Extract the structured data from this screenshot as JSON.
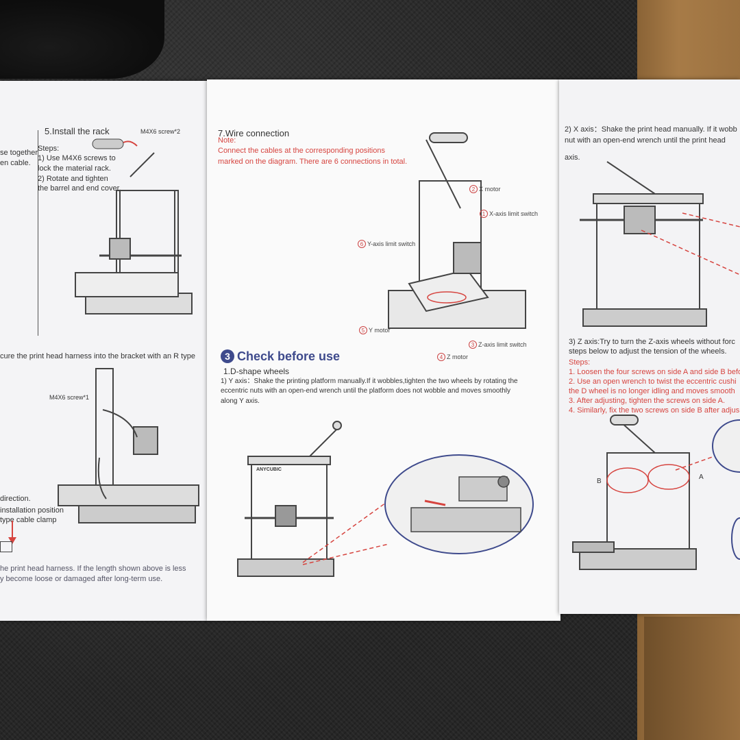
{
  "left_panel": {
    "sec5_title": "5.Install the rack",
    "sec5_screw_label": "M4X6 screw*2",
    "sec5_cutoff_1": "se together",
    "sec5_cutoff_2": "en cable.",
    "sec5_steps_head": "Steps:",
    "sec5_step1a": "1) Use M4X6 screws to",
    "sec5_step1b": "lock the material rack.",
    "sec5_step2a": "2) Rotate and tighten",
    "sec5_step2b": "the barrel and end cover.",
    "sec6_text": "cure the print head harness into the bracket with an R type",
    "sec6_screw_label": "M4X6 screw*1",
    "sec6_direction": "direction.",
    "sec6_install_pos": "installation position",
    "sec6_clamp": "type cable clamp",
    "sec6_note_a": "he print head harness. If the length shown above is less",
    "sec6_note_b": "y become loose or damaged after long-term use."
  },
  "middle_panel": {
    "sec7_title": "7.Wire connection",
    "note_label": "Note:",
    "note_line1": "Connect the cables at the corresponding positions",
    "note_line2": "marked on the diagram. There are 6 connections in total.",
    "callouts": [
      {
        "n": "2",
        "label": "X motor"
      },
      {
        "n": "1",
        "label": "X-axis limit switch"
      },
      {
        "n": "6",
        "label": "Y-axis limit switch"
      },
      {
        "n": "5",
        "label": "Y motor"
      },
      {
        "n": "3",
        "label": "Z-axis limit switch"
      },
      {
        "n": "4",
        "label": "Z motor"
      }
    ],
    "check_num": "3",
    "check_title": "Check before use",
    "sub1": "1.D-shape wheels",
    "yaxis_1": "1) Y axis：Shake the printing platform manually.If it wobbles,tighten the two wheels by rotating the",
    "yaxis_2": "eccentric nuts with an open-end wrench until the platform does not wobble and moves smoothly",
    "yaxis_3": "along Y axis.",
    "brand": "ANYCUBIC"
  },
  "right_panel": {
    "xaxis_1": "2) X axis：Shake the print head manually. If it wobb",
    "xaxis_2": "nut with an open-end wrench until the print head",
    "xaxis_3": "axis.",
    "zaxis_1": "3) Z axis:Try to turn the Z-axis wheels without forc",
    "zaxis_2": "steps below to adjust the tension of the wheels.",
    "steps_head": "Steps:",
    "step1": "1. Loosen the four screws on side A and side B befo",
    "step2a": "2. Use an open wrench to twist the eccentric cushi",
    "step2b": "the D wheel is no longer idling and moves smooth",
    "step3": "3. After adjusting, tighten the screws on side A.",
    "step4": "4. Similarly, fix the two screws on side B after adjus",
    "label_a": "A",
    "label_b": "B"
  },
  "colors": {
    "accent_red": "#d6443f",
    "title_blue": "#3e4a8c"
  }
}
